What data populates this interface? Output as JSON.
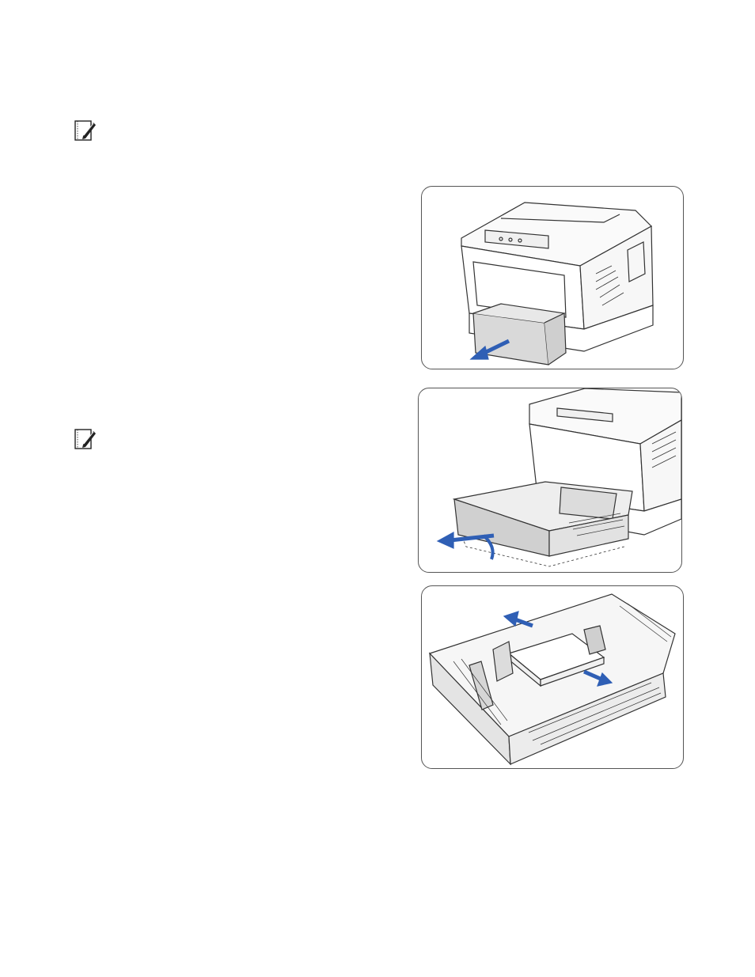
{
  "notes": [
    {
      "icon": "note-pencil-icon"
    },
    {
      "icon": "note-pencil-icon"
    }
  ],
  "figures": [
    {
      "depicts": "printer-with-paper-tray-pulled-out"
    },
    {
      "depicts": "paper-tray-removed-from-printer"
    },
    {
      "depicts": "paper-tray-with-guides-being-adjusted"
    }
  ],
  "colors": {
    "arrow": "#2f5fb5",
    "line": "#333333",
    "tray_fill": "#d9d9d9"
  }
}
